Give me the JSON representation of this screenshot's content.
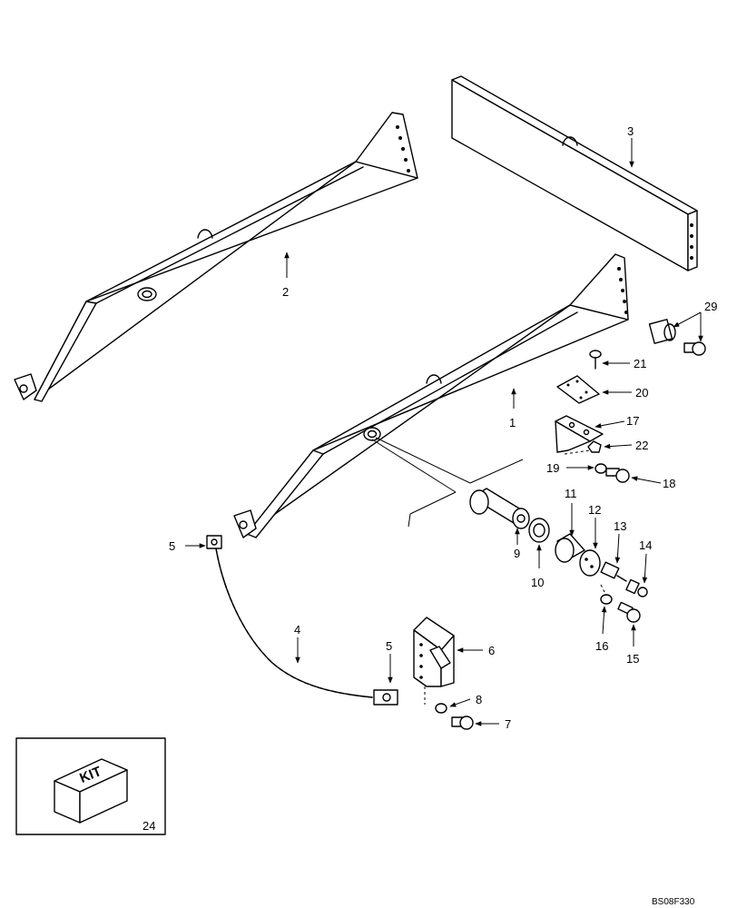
{
  "callouts": [
    "1",
    "2",
    "3",
    "4",
    "5",
    "5",
    "6",
    "7",
    "8",
    "9",
    "10",
    "11",
    "12",
    "13",
    "14",
    "15",
    "16",
    "17",
    "18",
    "19",
    "20",
    "21",
    "22",
    "24",
    "29"
  ],
  "kit": {
    "box_label": "KIT",
    "number": "24"
  },
  "drawing_code": "BS08F330"
}
